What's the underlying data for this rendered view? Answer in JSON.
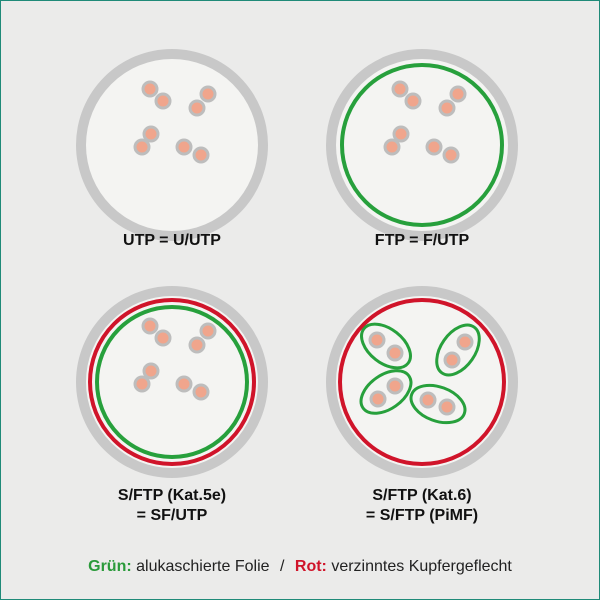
{
  "colors": {
    "background": "#ebebea",
    "border": "#1f8a78",
    "jacket": "#c8c8c8",
    "core": "#f4f4f2",
    "foil_green": "#27a03c",
    "braid_red": "#d0142a",
    "conductor_fill": "#f0a58c",
    "conductor_ring": "#bdbdbd"
  },
  "cables": [
    {
      "id": "utp",
      "caption_lines": [
        "UTP = U/UTP"
      ],
      "overall_shield": [],
      "pair_shields": false
    },
    {
      "id": "ftp",
      "caption_lines": [
        "FTP = F/UTP"
      ],
      "overall_shield": [
        "foil"
      ],
      "pair_shields": false
    },
    {
      "id": "sftp-kat5e",
      "caption_lines": [
        "S/FTP (Kat.5e)",
        "= SF/UTP"
      ],
      "overall_shield": [
        "braid",
        "foil"
      ],
      "pair_shields": false
    },
    {
      "id": "sftp-kat6",
      "caption_lines": [
        "S/FTP (Kat.6)",
        "= S/FTP (PiMF)"
      ],
      "overall_shield": [
        "braid"
      ],
      "pair_shields": true
    }
  ],
  "legend": {
    "green_key": "Grün:",
    "green_text": "alukaschierte Folie",
    "separator": "/",
    "red_key": "Rot:",
    "red_text": "verzinntes Kupfergeflecht"
  }
}
